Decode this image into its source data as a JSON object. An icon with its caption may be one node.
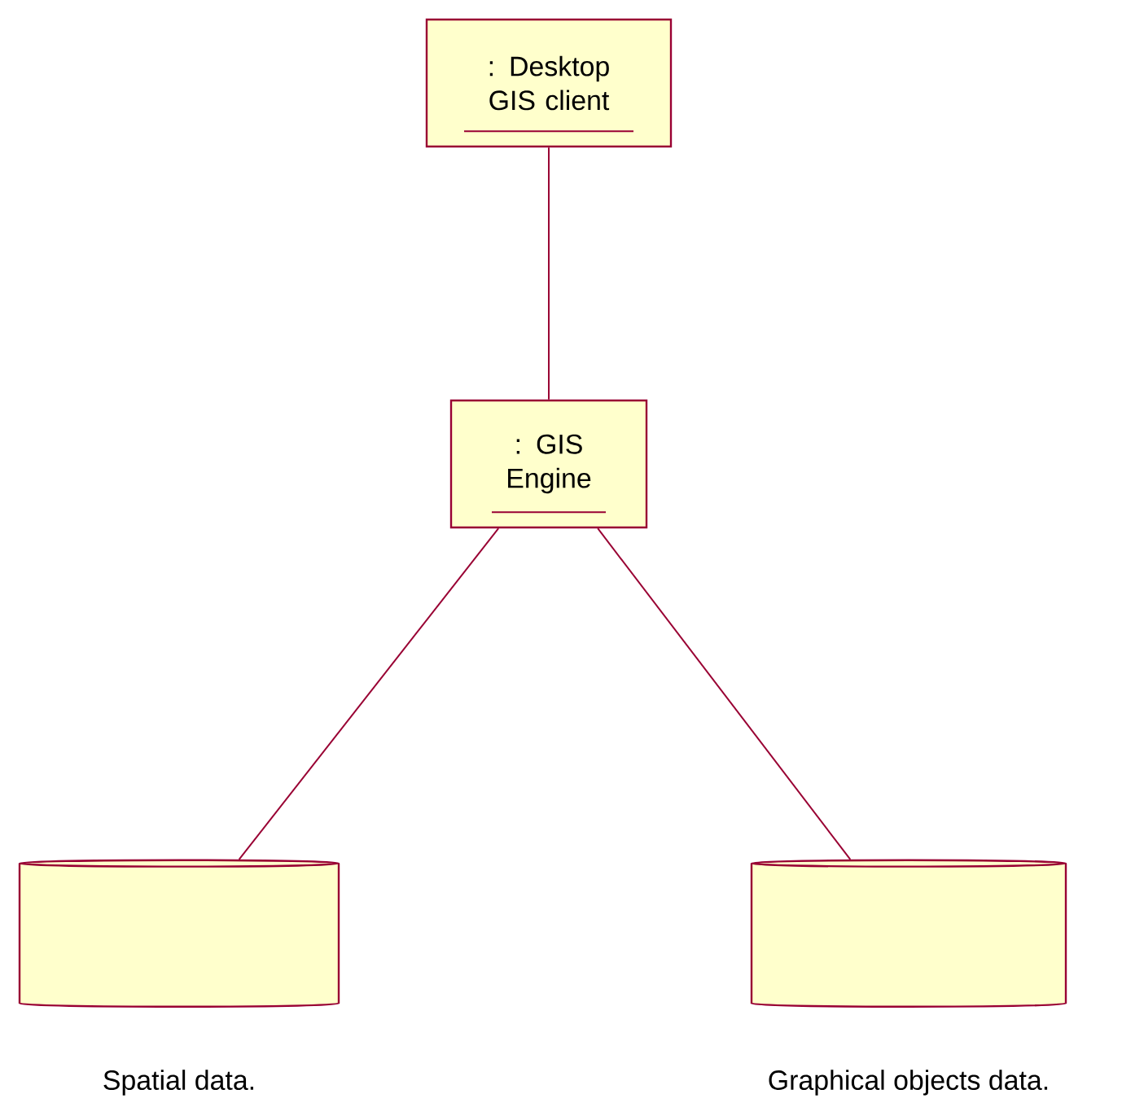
{
  "diagram": {
    "nodes": [
      {
        "text": [
          ": Desktop GIS client"
        ]
      },
      {
        "text": [
          ": GIS Engine"
        ]
      },
      {
        "text": [],
        "shape": "cylinder",
        "beside": [
          "Spatial data."
        ]
      },
      {
        "text": [],
        "shape": "cylinder",
        "beside": [
          "Graphical objects data."
        ]
      }
    ],
    "edges": [
      {
        "from": 0,
        "to": 1,
        "arrow": "none"
      },
      {
        "from": 1,
        "to": 2,
        "arrow": "none"
      },
      {
        "from": 1,
        "to": 3,
        "arrow": "none"
      }
    ]
  }
}
